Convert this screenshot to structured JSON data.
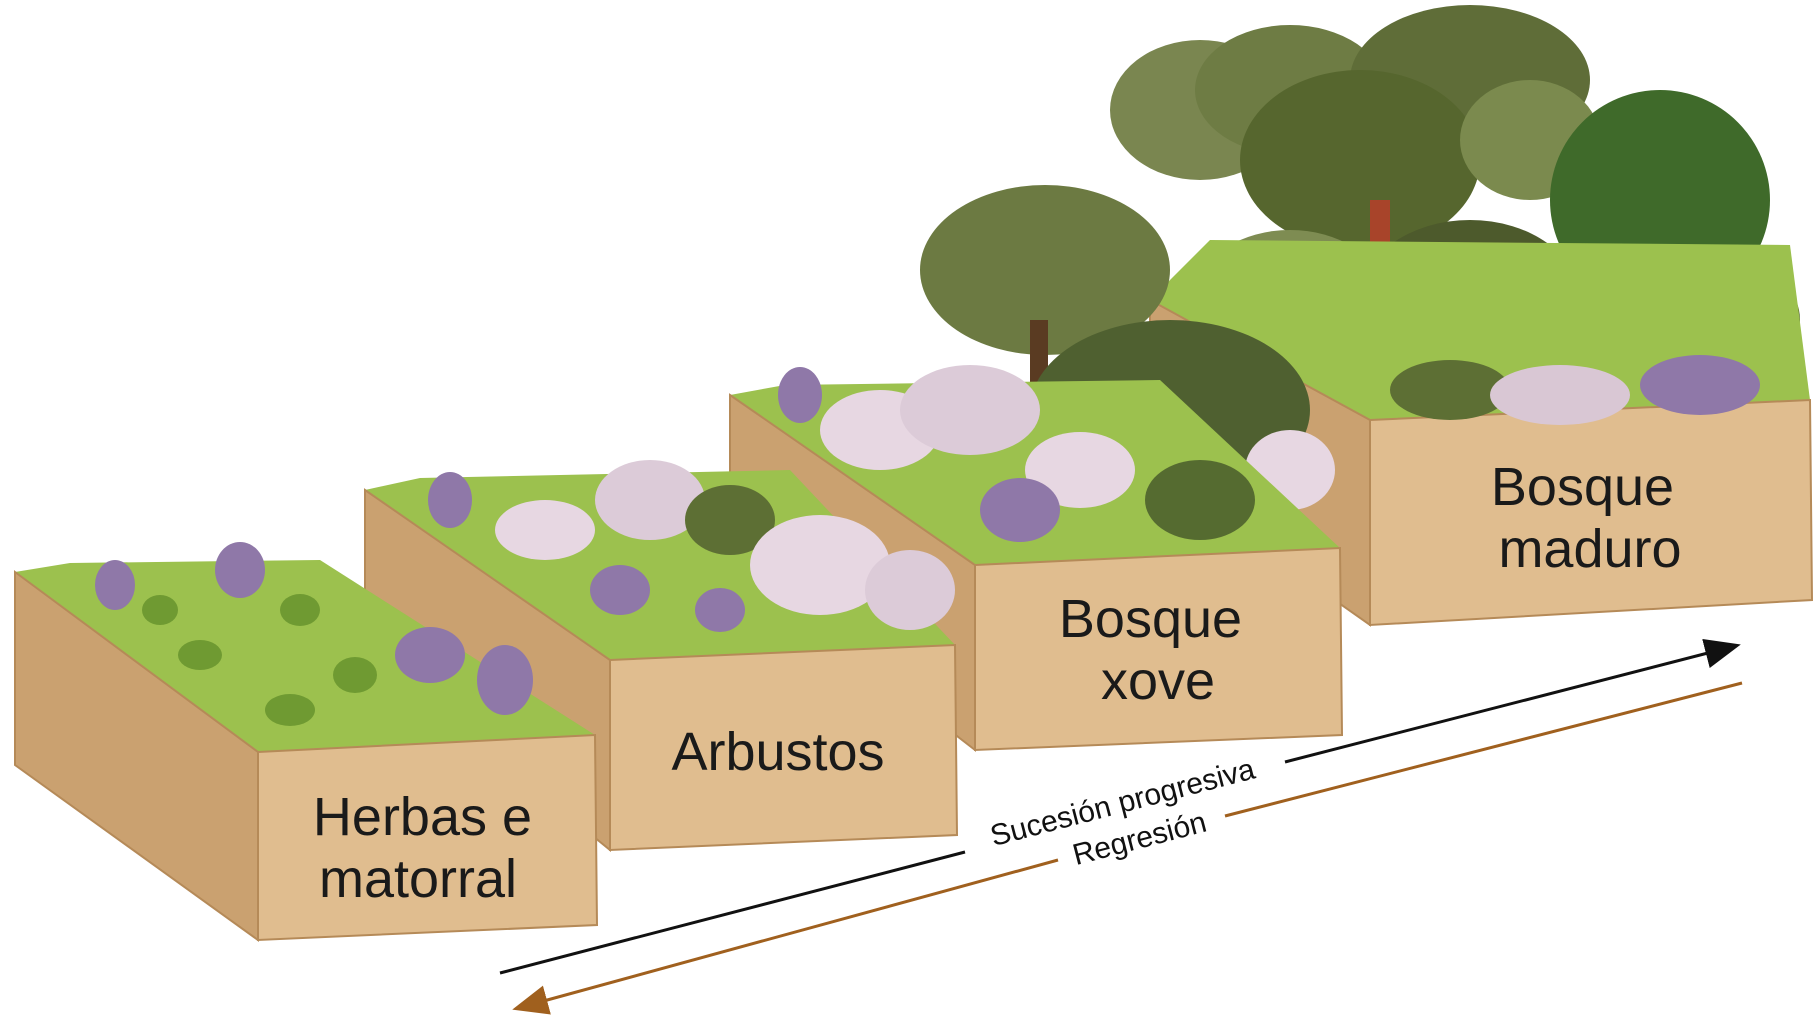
{
  "stages": [
    {
      "id": "herbas",
      "label_lines": [
        "Herbas e",
        "matorral"
      ]
    },
    {
      "id": "arbustos",
      "label_lines": [
        "Arbustos"
      ]
    },
    {
      "id": "bosque-xove",
      "label_lines": [
        "Bosque",
        "xove"
      ]
    },
    {
      "id": "bosque-maduro",
      "label_lines": [
        "Bosque",
        "maduro"
      ]
    }
  ],
  "arrows": {
    "progressive": {
      "label": "Sucesión progresiva",
      "color": "#111111"
    },
    "regression": {
      "label": "Regresión",
      "color": "#a0601e"
    }
  },
  "colors": {
    "soil_front": "#e0bd8f",
    "soil_side": "#caa170",
    "soil_edge": "#b58a58",
    "grass": "#9cc14e",
    "grass_dark": "#6f9a32",
    "flower": "#e7d7e2",
    "lavender": "#8f78a8",
    "tree_dark": "#4c5a2a",
    "tree_mid": "#6f7d3c",
    "trunk": "#5a3b22"
  }
}
